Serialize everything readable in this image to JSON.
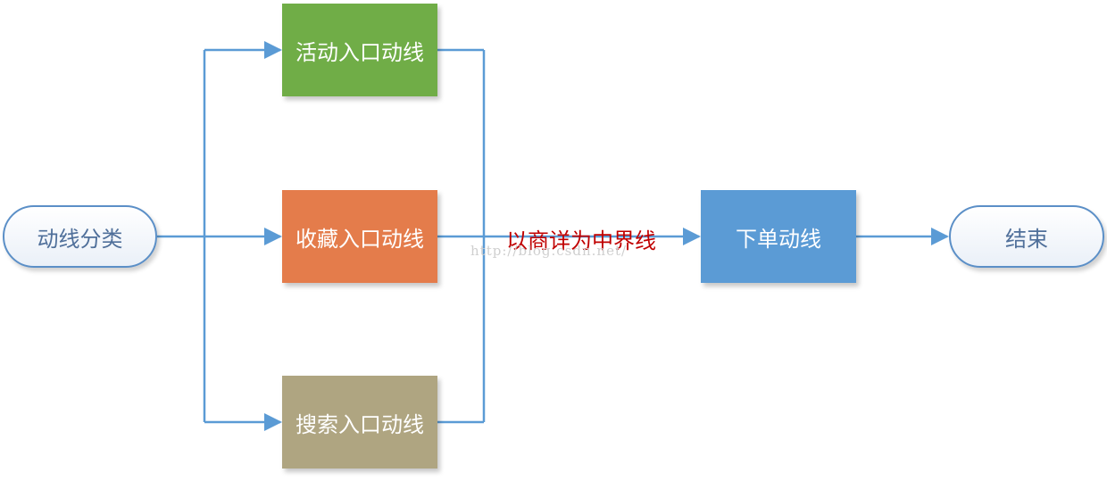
{
  "nodes": {
    "start": {
      "label": "动线分类"
    },
    "activity": {
      "label": "活动入口动线",
      "color": "#70ad47"
    },
    "favorite": {
      "label": "收藏入口动线",
      "color": "#e47c4b"
    },
    "search": {
      "label": "搜索入口动线",
      "color": "#afa581"
    },
    "order": {
      "label": "下单动线",
      "color": "#5b9bd5"
    },
    "end": {
      "label": "结束"
    }
  },
  "boundary_label": "以商详为中界线",
  "watermark": "http://blog.csdn.net/",
  "colors": {
    "connector": "#5b9bd5",
    "boundary_text": "#c00000",
    "terminal_border": "#5b8fc7"
  }
}
